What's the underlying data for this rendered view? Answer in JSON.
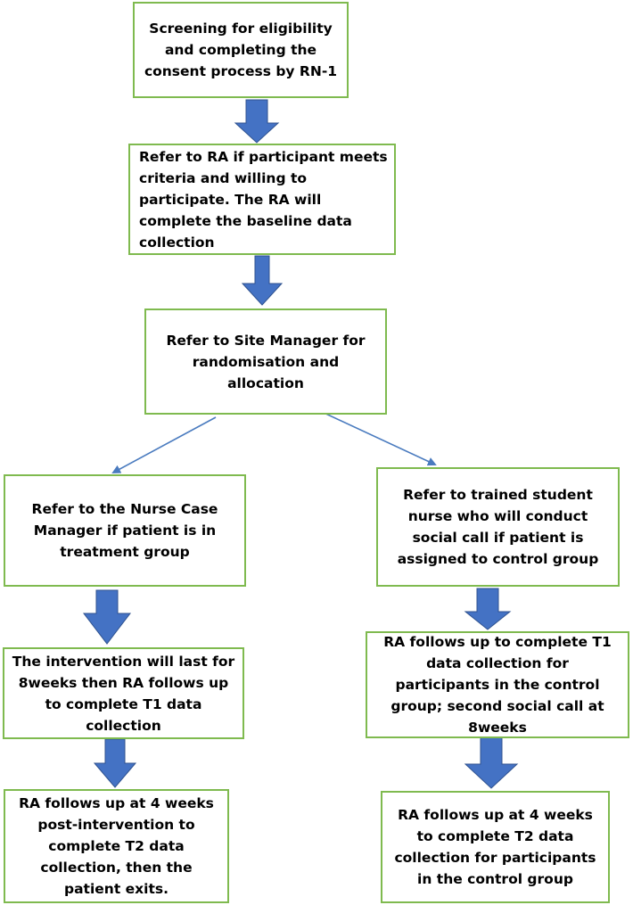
{
  "colors": {
    "box_border": "#7fba4f",
    "block_arrow": "#4472c4",
    "block_arrow_outline": "#2f528f",
    "line_arrow": "#4a7bbf"
  },
  "nodes": {
    "screening": "Screening for eligibility and completing the consent process by RN-1",
    "refer_ra": "Refer to RA if participant meets criteria and willing to participate. The RA will complete the baseline data collection",
    "site_manager": "Refer to Site Manager for randomisation and allocation",
    "nurse_case_manager": "Refer to the Nurse Case Manager if patient is in treatment group",
    "student_nurse": "Refer to trained student nurse who will conduct social call if patient is assigned to control group",
    "intervention_t1": "The intervention will last for 8weeks then RA follows up to complete T1 data collection",
    "control_t1": "RA follows up to complete T1 data collection for participants in the control group; second social call at 8weeks",
    "intervention_t2": "RA follows up at 4 weeks post-intervention to complete T2 data collection, then the patient exits.",
    "control_t2": "RA follows up at 4 weeks to complete T2 data collection for participants in the control group"
  }
}
